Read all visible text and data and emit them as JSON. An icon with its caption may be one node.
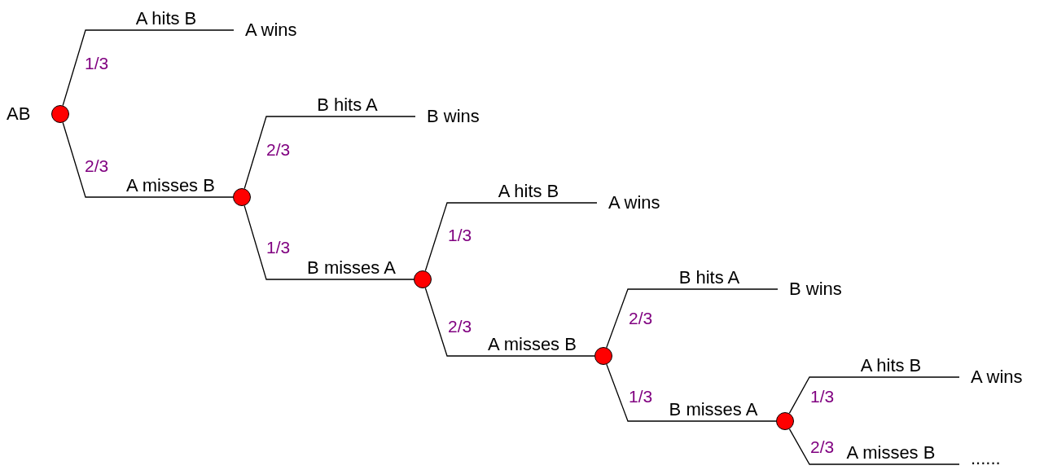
{
  "diagram": {
    "nodes": [
      {
        "text": [],
        "shape": "circle",
        "beside": [
          "AB"
        ]
      },
      {
        "text": [
          "A wins"
        ]
      },
      {
        "text": [],
        "shape": "circle"
      },
      {
        "text": [
          "B wins"
        ]
      },
      {
        "text": [],
        "shape": "circle"
      },
      {
        "text": [
          "A wins"
        ]
      },
      {
        "text": [],
        "shape": "circle"
      },
      {
        "text": [
          "B wins"
        ]
      },
      {
        "text": [],
        "shape": "circle"
      },
      {
        "text": [
          "A wins"
        ]
      },
      {
        "text": [
          "......"
        ]
      }
    ],
    "edges": [
      {
        "from": 0,
        "to": 1,
        "arrow": "none",
        "label": "A hits B"
      },
      {
        "from": 0,
        "to": 2,
        "arrow": "none",
        "label": "A misses B"
      },
      {
        "from": 2,
        "to": 3,
        "arrow": "none",
        "label": "B hits A"
      },
      {
        "from": 2,
        "to": 4,
        "arrow": "none",
        "label": "B misses A"
      },
      {
        "from": 4,
        "to": 5,
        "arrow": "none",
        "label": "A hits B"
      },
      {
        "from": 4,
        "to": 6,
        "arrow": "none",
        "label": "A misses B"
      },
      {
        "from": 6,
        "to": 7,
        "arrow": "none",
        "label": "B hits A"
      },
      {
        "from": 6,
        "to": 8,
        "arrow": "none",
        "label": "B misses A"
      },
      {
        "from": 8,
        "to": 9,
        "arrow": "none",
        "label": "A hits B"
      },
      {
        "from": 8,
        "to": 10,
        "arrow": "none",
        "label": "A misses B"
      }
    ],
    "labels": [
      "1/3",
      "2/3",
      "2/3",
      "1/3",
      "1/3",
      "2/3",
      "2/3",
      "1/3",
      "1/3",
      "2/3"
    ]
  }
}
